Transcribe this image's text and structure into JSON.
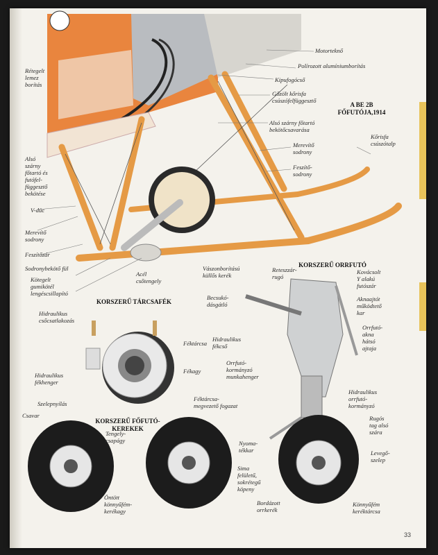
{
  "headings": {
    "main_title": "A BE 2B\nFŐFUTÓJA,1914",
    "disc_brakes": "KORSZERŰ TÁRCSAFÉK",
    "main_wheels": "KORSZERŰ FŐFUTÓ-\nKEREKEK",
    "nose_gear": "KORSZERŰ ORRFUTÓ"
  },
  "left_margin_labels": {
    "retegelt": "Rétegelt\nlemez\nborítás",
    "also_szarny": "Alsó\nszárny\nfőtartó és\nfutófel-\nfüggesztő\nbekötése",
    "v_duc": "V-dúc",
    "merevito_left": "Merevítő\nsodrony",
    "feszitozar": "Feszítőzár",
    "sodronybekoto": "Sodronybekötő fül",
    "kotegelt": "Kötegelt\ngumikötél\nlengéscsillapító"
  },
  "right_labels": {
    "motorteknő": "Motorteknő",
    "polirozott": "Polírozott alumíniumborítás",
    "kipufogo": "Kipufogócső",
    "gozolt": "Gőzölt kőrisfa\ncsúszófelfüggesztő",
    "also_bekoto": "Alsó szárny főtartó\nbekötőcsavarása",
    "merevito_right": "Merevítő\nsodrony",
    "feszito": "Feszítő-\nsodrony",
    "korisfa": "Kőrisfa\ncsúszótalp"
  },
  "center_labels": {
    "acel": "Acél\ncsőtengely",
    "vaszon": "Vászonborítású\nküllős kerék"
  },
  "brake_labels": {
    "hidr_csoatlakozas": "Hidraulikus\ncsőcsatlakozás",
    "fektarcsa": "Féktárcsa",
    "fekagy": "Fékagy",
    "hidr_fekhenger": "Hidraulikus\nfékhenger"
  },
  "wheel_labels": {
    "szelepnyilas": "Szelepnyílás",
    "csavar": "Csavar",
    "fektarcsa_fog": "Féktárcsa-\nmegvezető fogazat",
    "tengelycsapagy": "Tengely-\ncsapágy",
    "ontott": "Öntött\nkönnyűfém-\nkerékagy"
  },
  "nose_labels": {
    "reteszzar": "Reteszzár-\nrugó",
    "becsuko": "Becsukó-\ndásgátló",
    "hidr_fekcso": "Hidraulikus\nfékcső",
    "orrfuto_kormanyzo": "Orrfutó-\nkormányzó\nmunkahenger",
    "kovacsolt": "Kovácsolt\nY alakú\nfutószár",
    "aknaajto": "Aknaajtót\nműködtető\nkar",
    "orrfuto_akna": "Orrfutó-\nakna\nhátsó\najtaja",
    "hidr_orrfuto": "Hidraulikus\norrfutó-\nkormányzó",
    "rugos": "Rugós\ntag alsó\nszára",
    "levego": "Levegő-\nszelep",
    "nyomatekkar": "Nyoma-\ntékkar",
    "sima": "Sima\nfelületű,\nsokrétegű\nköpeny",
    "bordazott": "Bordázott\norrkerék",
    "konnyufem_kerektarcsa": "Könnyűfém\nkeréktárcsa"
  },
  "page_number": "33",
  "colors": {
    "fabric": "#e9853e",
    "wood": "#e59a45",
    "paper": "#f4f2ec",
    "tab": "#e8c35a"
  }
}
